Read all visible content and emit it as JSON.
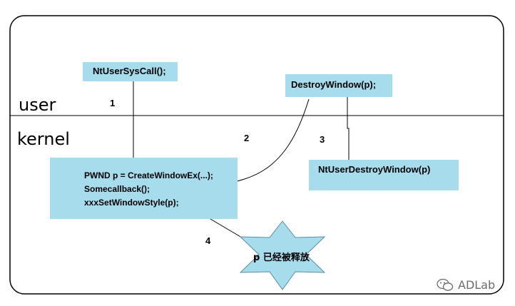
{
  "zones": {
    "user_label": "user",
    "kernel_label": "kernel"
  },
  "boxes": {
    "ntusersyscall": "NtUserSysCall();",
    "destroywindow": "DestroyWindow(p);",
    "ntuserdestroywindow": "NtUserDestroyWindow(p)",
    "kernel_code_lines": [
      "PWND p = CreateWindowEx(...);",
      "Somecallback();",
      "xxxSetWindowStyle(p);"
    ]
  },
  "steps": [
    "1",
    "2",
    "3",
    "4"
  ],
  "star_label": "p 已经被释放",
  "watermark": {
    "icon": "wechat-icon",
    "text": "ADLab"
  },
  "colors": {
    "box_fill": "#a6dcec",
    "line": "#000000",
    "watermark": "#6b6b6b"
  }
}
